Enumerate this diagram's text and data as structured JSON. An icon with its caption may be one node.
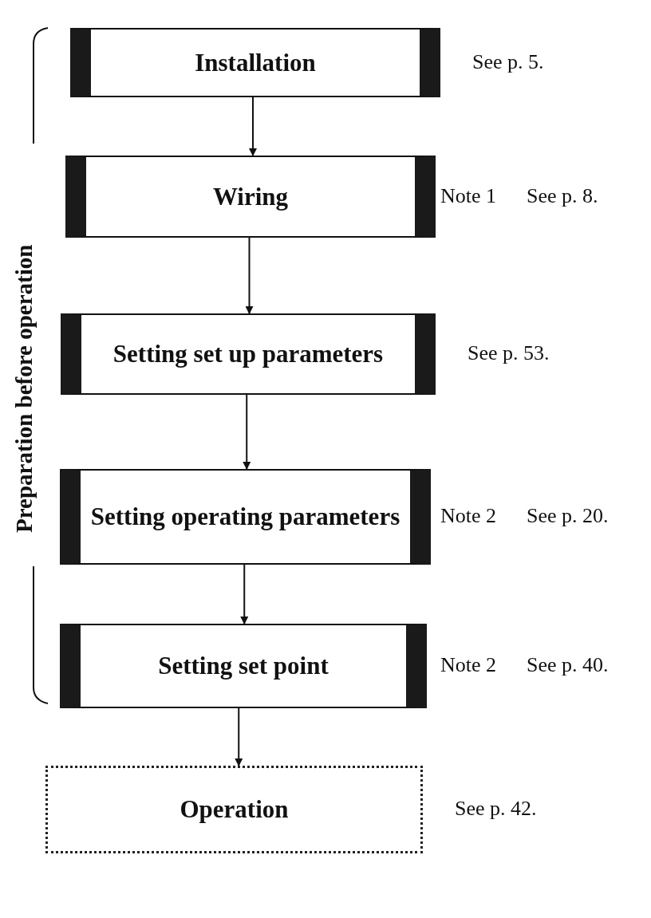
{
  "diagram": {
    "nodes": [
      {
        "text": [
          "Installation"
        ],
        "beside": [
          "See p. 5."
        ]
      },
      {
        "text": [
          "Wiring"
        ],
        "beside": [
          "Note 1",
          "See p. 8."
        ]
      },
      {
        "text": [
          "Setting set up parameters"
        ],
        "beside": [
          "See p. 53."
        ]
      },
      {
        "text": [
          "Setting operating parameters"
        ],
        "beside": [
          "Note 2",
          "See p. 20."
        ]
      },
      {
        "text": [
          "Setting set point"
        ],
        "beside": [
          "Note 2",
          "See p. 40."
        ]
      },
      {
        "text": [
          "Operation"
        ],
        "beside": [
          "See p. 42."
        ]
      }
    ],
    "edges": [
      {
        "from": 0,
        "to": 1,
        "arrow": "to"
      },
      {
        "from": 1,
        "to": 2,
        "arrow": "to"
      },
      {
        "from": 2,
        "to": 3,
        "arrow": "to"
      },
      {
        "from": 3,
        "to": 4,
        "arrow": "to"
      },
      {
        "from": 4,
        "to": 5,
        "arrow": "to"
      }
    ],
    "labels": [
      "Preparation before operation"
    ]
  }
}
